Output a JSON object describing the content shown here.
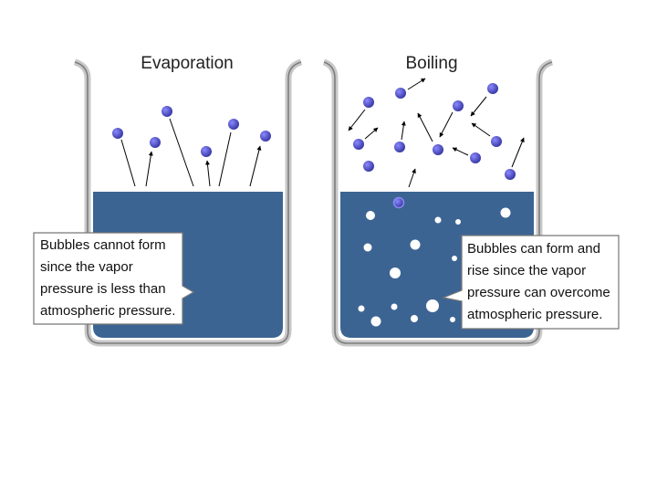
{
  "panels": {
    "left": {
      "title": "Evaporation"
    },
    "right": {
      "title": "Boiling"
    }
  },
  "callouts": {
    "left": [
      "Bubbles cannot form",
      "since the vapor",
      "pressure is less than",
      "atmospheric pressure."
    ],
    "right": [
      "Bubbles can form and",
      "rise since the vapor",
      "pressure can overcome",
      "atmospheric pressure."
    ]
  },
  "colors": {
    "liquid": "#3c6493",
    "molecule": "#4a4ab8",
    "beaker": "#8e8e8e",
    "bubble": "#ffffff"
  }
}
